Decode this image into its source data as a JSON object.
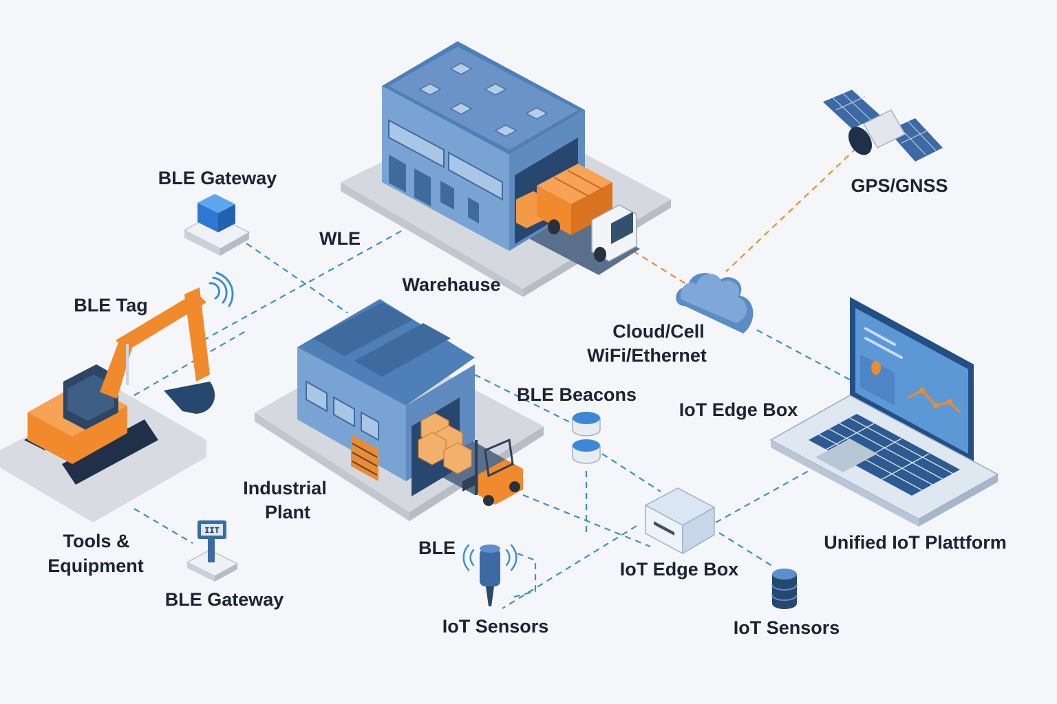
{
  "labels": {
    "ble_gateway_top": "BLE Gateway",
    "wle": "WLE",
    "warehouse": "Warehause",
    "gps": "GPS/GNSS",
    "ble_tag": "BLE Tag",
    "cloud_line1": "Cloud/Cell",
    "cloud_line2": "WiFi/Ethernet",
    "ble_beacons": "BLE Beacons",
    "iot_edge_box_upper": "IoT Edge Box",
    "industrial_line1": "Industrial",
    "industrial_line2": "Plant",
    "tools_line1": "Tools &",
    "tools_line2": "Equipment",
    "ble": "BLE",
    "iot_edge_box_lower": "IoT Edge Box",
    "unified_platform": "Unified IoT Plattform",
    "ble_gateway_bottom": "BLE Gateway",
    "iot_sensors_left": "IoT Sensors",
    "iot_sensors_right": "IoT Sensors"
  },
  "device_text": {
    "gateway_screen": "IIT"
  },
  "colors": {
    "background": "#f4f6f9",
    "building_blue": "#6f98c8",
    "building_dark": "#3f6a9e",
    "accent_orange": "#f08a2c",
    "link_blue": "#3b8fd0",
    "link_orange": "#f08a2c",
    "text": "#1c2333"
  },
  "icons": [
    "warehouse-building-icon",
    "truck-icon",
    "satellite-icon",
    "cloud-icon",
    "industrial-plant-icon",
    "forklift-icon",
    "excavator-icon",
    "ble-gateway-icon",
    "ble-beacon-icon",
    "iot-edge-box-icon",
    "laptop-icon",
    "sensor-probe-icon",
    "database-sensor-icon"
  ]
}
